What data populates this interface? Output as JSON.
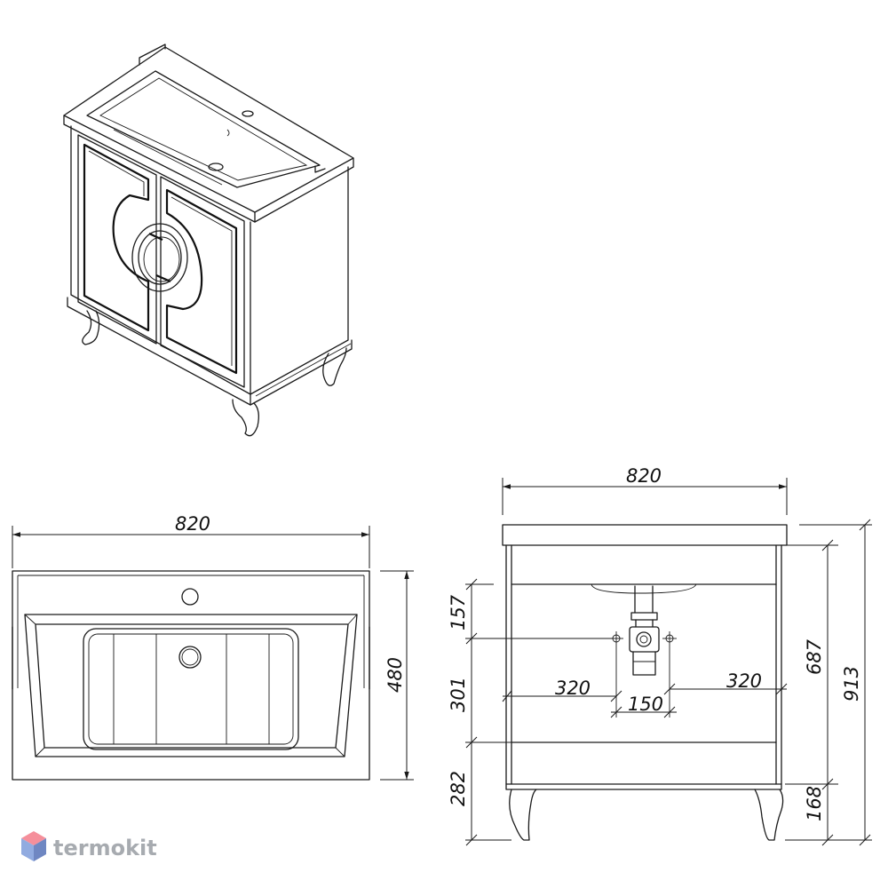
{
  "drawing": {
    "top_view": {
      "width_label": "820",
      "depth_label": "480"
    },
    "front_view": {
      "width_label": "820",
      "total_height_label": "913",
      "cabinet_height_label": "687",
      "leg_height_label": "168",
      "upper_offset_label": "157",
      "middle_offset_label": "301",
      "floor_offset_label": "282",
      "left_offset_label": "320",
      "right_offset_label": "320",
      "pipe_spacing_label": "150"
    }
  },
  "watermark": {
    "brand": "termokit",
    "colors": {
      "top": "#f26a7a",
      "left": "#6d8fd6",
      "right": "#3f5fae"
    }
  }
}
